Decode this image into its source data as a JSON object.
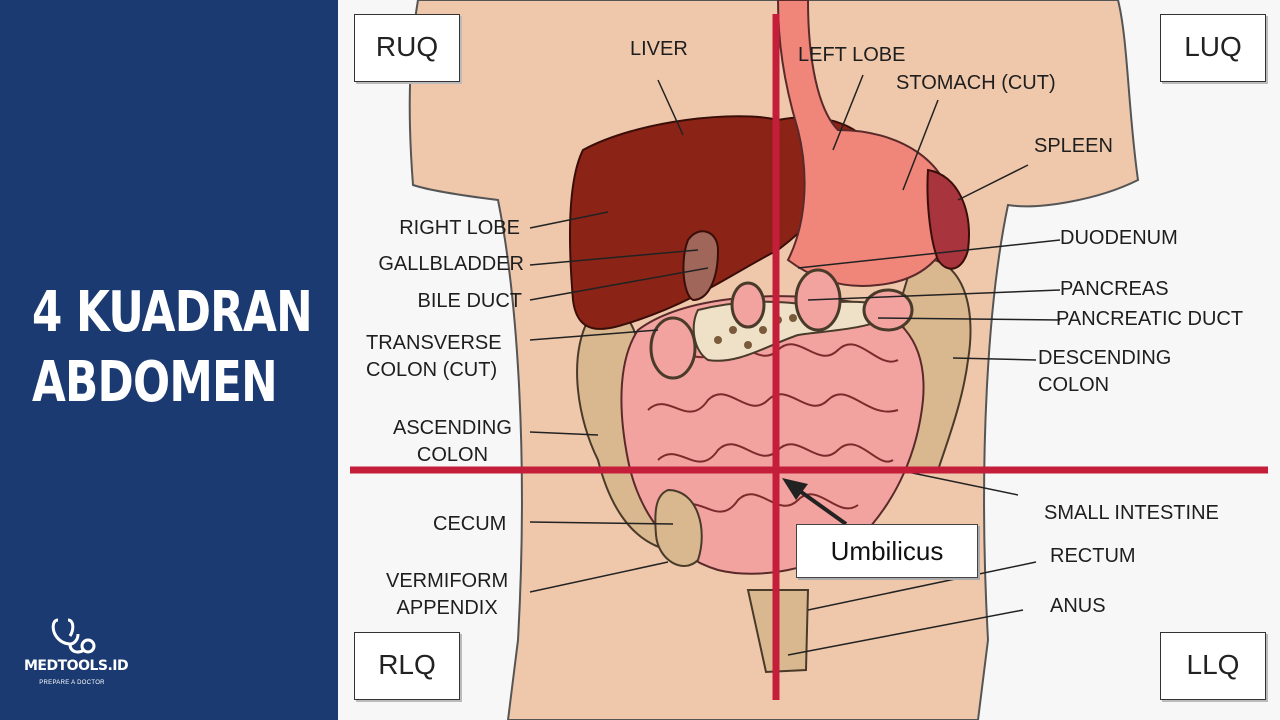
{
  "sidebar": {
    "title_line1": "4 KUADRAN",
    "title_line2": "ABDOMEN",
    "brand_name": "MEDTOOLS.ID",
    "brand_tagline": "PREPARE A DOCTOR",
    "brand_icon": "stethoscope-icon",
    "background_color": "#1b3a72"
  },
  "diagram": {
    "quadrants": {
      "ruq": "RUQ",
      "luq": "LUQ",
      "rlq": "RLQ",
      "llq": "LLQ"
    },
    "divider_color": "#c41e3a",
    "labels": {
      "liver": "LIVER",
      "left_lobe": "LEFT LOBE",
      "stomach": "STOMACH (CUT)",
      "spleen": "SPLEEN",
      "right_lobe": "RIGHT LOBE",
      "gallbladder": "GALLBLADDER",
      "bile_duct": "BILE DUCT",
      "transverse_colon_1": "TRANSVERSE",
      "transverse_colon_2": "COLON (CUT)",
      "ascending_colon_1": "ASCENDING",
      "ascending_colon_2": "COLON",
      "cecum": "CECUM",
      "vermiform_1": "VERMIFORM",
      "vermiform_2": "APPENDIX",
      "duodenum": "DUODENUM",
      "pancreas": "PANCREAS",
      "pancreatic_duct": "PANCREATIC DUCT",
      "descending_colon_1": "DESCENDING",
      "descending_colon_2": "COLON",
      "small_intestine": "SMALL INTESTINE",
      "rectum": "RECTUM",
      "anus": "ANUS",
      "umbilicus": "Umbilicus"
    }
  }
}
